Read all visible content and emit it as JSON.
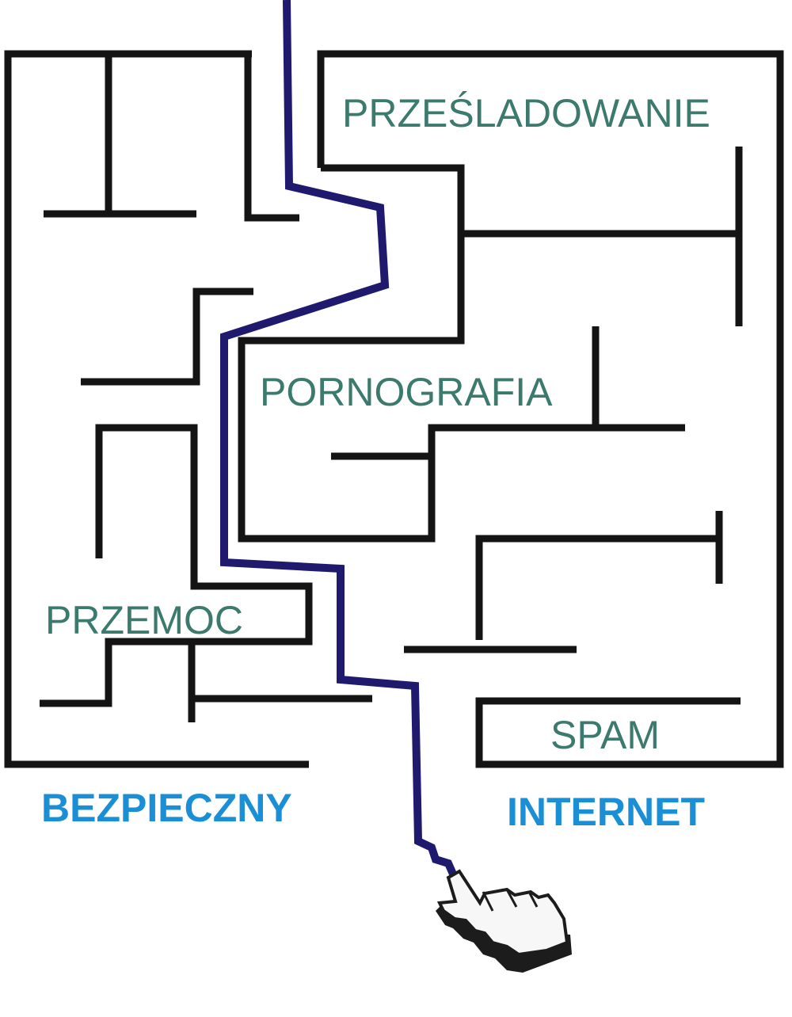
{
  "labels": {
    "threat_harassment": "PRZEŚLADOWANIE",
    "threat_pornography": "PORNOGRAFIA",
    "threat_violence": "PRZEMOC",
    "threat_spam": "SPAM"
  },
  "title": {
    "left": "BEZPIECZNY",
    "right": "INTERNET"
  },
  "colors": {
    "wall": "#141414",
    "route": "#1f1a6e",
    "threat_text": "#3b7a6d",
    "title_text": "#1b8fd6"
  }
}
